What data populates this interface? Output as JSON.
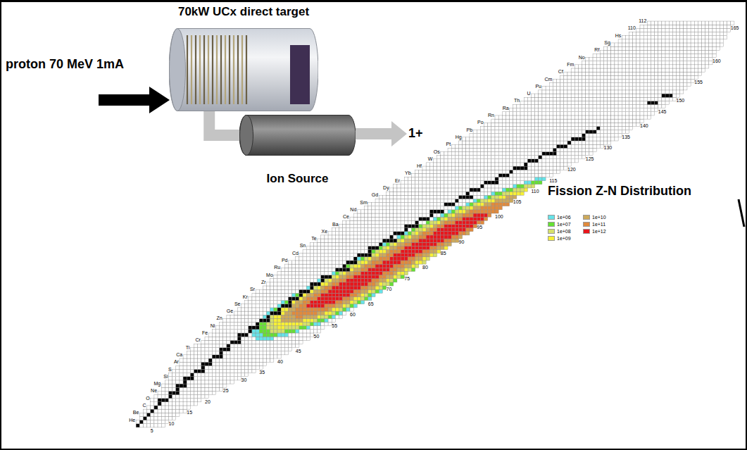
{
  "diagram": {
    "nodes": [
      {
        "text": [
          "70kW UCx direct target"
        ]
      },
      {
        "text": [
          "Ion Source"
        ]
      }
    ],
    "edges": [
      {
        "from": 0,
        "to": 1,
        "arrow": "none"
      }
    ],
    "labels": [
      "proton 70 MeV 1mA",
      "1+",
      "Fission Z-N Distribution",
      "He",
      "Be",
      "C",
      "O",
      "Ne",
      "Mg",
      "Si",
      "S",
      "Ar",
      "Ca",
      "Ti",
      "Cr",
      "Fe",
      "Ni",
      "Zn",
      "Ge",
      "Se",
      "Kr",
      "Sr",
      "Zr",
      "Mo",
      "Ru",
      "Pd",
      "Cd",
      "Sn",
      "Te",
      "Xe",
      "Ba",
      "Ce",
      "Nd",
      "Sm",
      "Gd",
      "Dy",
      "Er",
      "Yb",
      "Hf",
      "W",
      "Os",
      "Pt",
      "Hg",
      "Pb",
      "Po",
      "Rn",
      "Ra",
      "Th",
      "U",
      "Pu",
      "Cm",
      "Cf",
      "Fm",
      "No",
      "Rf",
      "Sg",
      "Hs",
      "110",
      "112",
      "5",
      "10",
      "15",
      "20",
      "25",
      "30",
      "35",
      "40",
      "45",
      "50",
      "55",
      "60",
      "65",
      "70",
      "75",
      "80",
      "85",
      "90",
      "95",
      "100",
      "105",
      "110",
      "115",
      "120",
      "125",
      "130",
      "135",
      "140",
      "145",
      "150",
      "155",
      "160",
      "165"
    ],
    "legend": [
      {
        "text": "1e+06",
        "color": "#66e3e8"
      },
      {
        "text": "1e+07",
        "color": "#66e033"
      },
      {
        "text": "1e+08",
        "color": "#d6e06a"
      },
      {
        "text": "1e+09",
        "color": "#f7f035"
      },
      {
        "text": "1e+10",
        "color": "#cda95a"
      },
      {
        "text": "1e+11",
        "color": "#e08a3c"
      },
      {
        "text": "1e+12",
        "color": "#e8161c"
      }
    ]
  }
}
